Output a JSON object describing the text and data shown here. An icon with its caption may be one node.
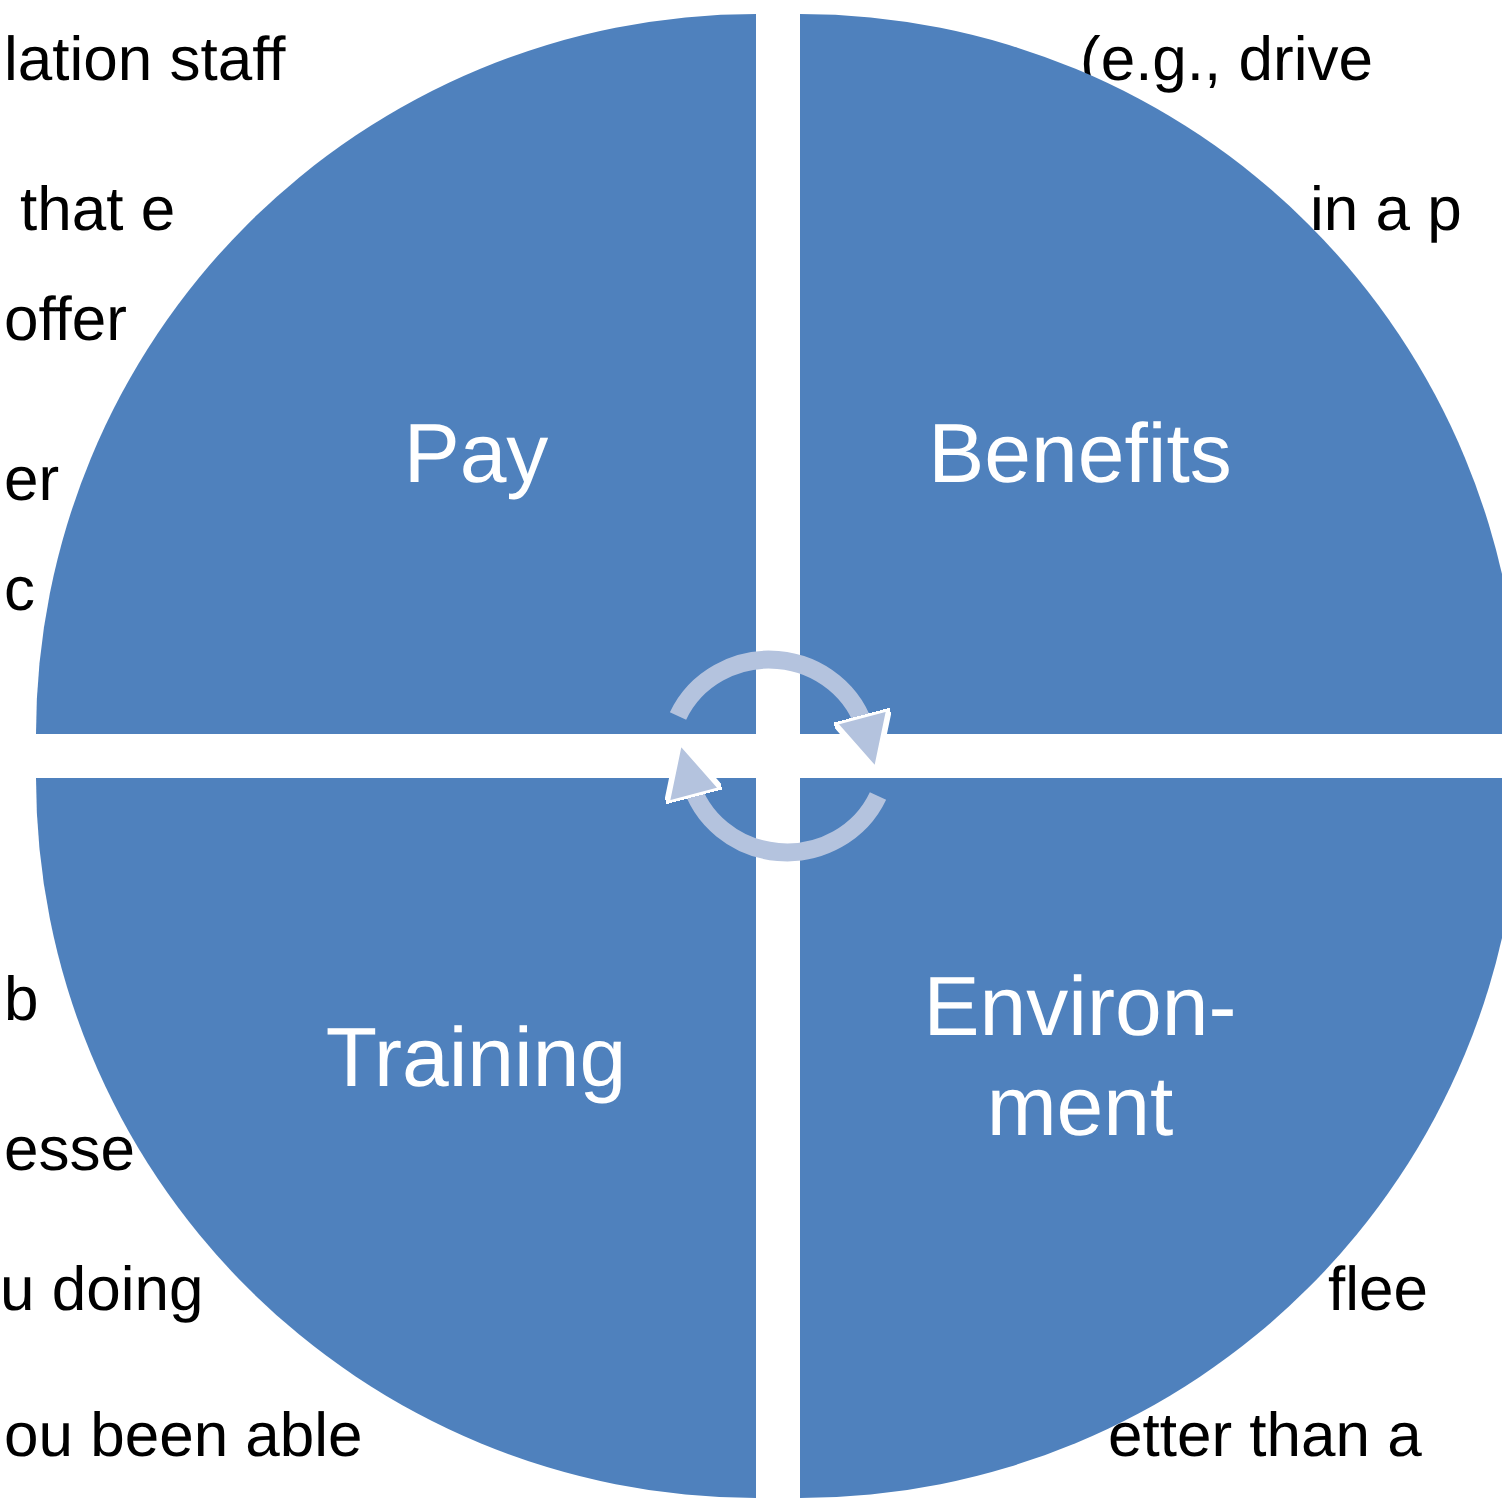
{
  "diagram": {
    "nodes": [
      {
        "text": [
          "Pay"
        ]
      },
      {
        "text": [
          "Benefits"
        ]
      },
      {
        "text": [
          "Training"
        ]
      },
      {
        "text": [
          "Environ- ment"
        ]
      }
    ],
    "edges": [
      {
        "from": 0,
        "to": 1,
        "arrow": "to"
      },
      {
        "from": 3,
        "to": 2,
        "arrow": "to"
      }
    ],
    "labels": [
      "lation staff",
      "(e.g., drive",
      "that e",
      "in a p",
      "offer",
      "er",
      "c",
      "b",
      "esse",
      "u doing",
      "flee",
      "ou been able",
      "etter than a"
    ]
  }
}
